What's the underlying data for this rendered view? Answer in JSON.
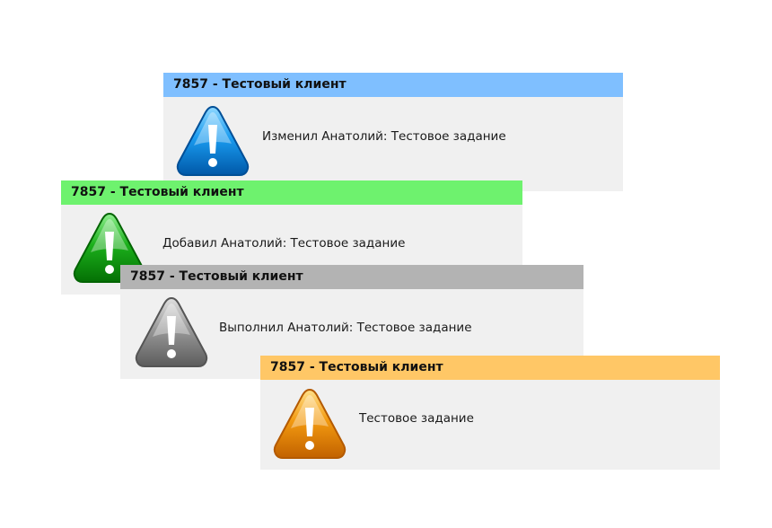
{
  "notifications": [
    {
      "title": "7857 - Тестовый клиент",
      "message": "Изменил Анатолий: Тестовое задание",
      "header_color": "#7fbfff",
      "icon": "warning-triangle-icon",
      "icon_color": "#0a84d6"
    },
    {
      "title": "7857 - Тестовый клиент",
      "message": "Добавил Анатолий: Тестовое задание",
      "header_color": "#6ef26e",
      "icon": "warning-triangle-icon",
      "icon_color": "#12a812"
    },
    {
      "title": "7857 - Тестовый клиент",
      "message": "Выполнил Анатолий: Тестовое задание",
      "header_color": "#b3b3b3",
      "icon": "warning-triangle-icon",
      "icon_color": "#8c8c8c"
    },
    {
      "title": "7857 - Тестовый клиент",
      "message": "Тестовое задание",
      "header_color": "#ffc766",
      "icon": "warning-triangle-icon",
      "icon_color": "#f0950c"
    }
  ]
}
